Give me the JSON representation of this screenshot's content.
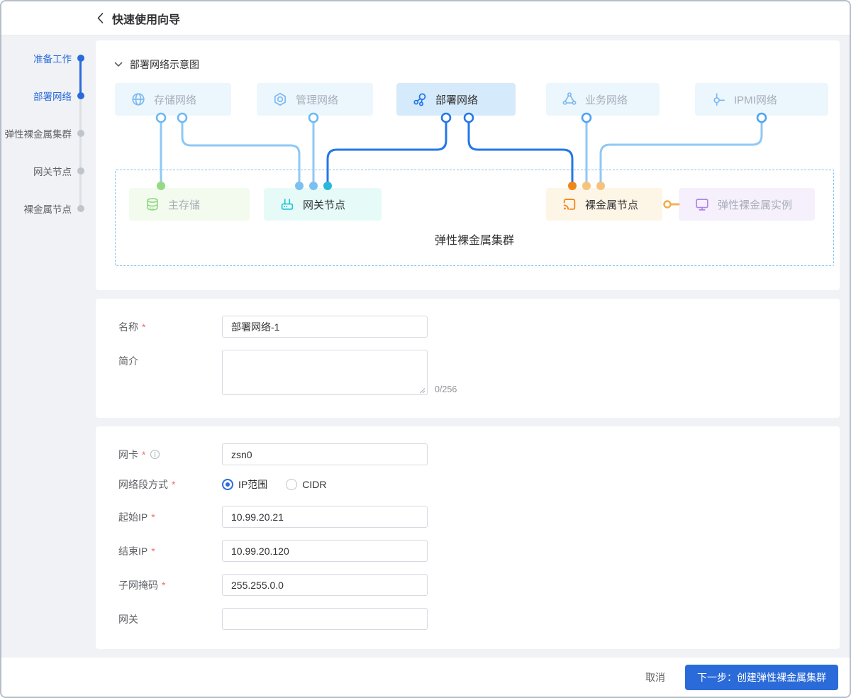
{
  "header": {
    "title": "快速使用向导"
  },
  "steps": {
    "items": [
      {
        "label": "准备工作",
        "state": "done"
      },
      {
        "label": "部署网络",
        "state": "active"
      },
      {
        "label": "弹性裸金属集群",
        "state": "pending"
      },
      {
        "label": "网关节点",
        "state": "pending"
      },
      {
        "label": "裸金属节点",
        "state": "pending"
      }
    ]
  },
  "diagram": {
    "section_title": "部署网络示意图",
    "cluster_label": "弹性裸金属集群",
    "networks": [
      {
        "label": "存储网络",
        "icon": "globe-icon",
        "selected": false
      },
      {
        "label": "管理网络",
        "icon": "nut-icon",
        "selected": false
      },
      {
        "label": "部署网络",
        "icon": "nodes-icon",
        "selected": true
      },
      {
        "label": "业务网络",
        "icon": "triangle-nodes-icon",
        "selected": false
      },
      {
        "label": "IPMI网络",
        "icon": "drop-link-icon",
        "selected": false
      }
    ],
    "nodes": [
      {
        "label": "主存储",
        "icon": "database-icon",
        "theme": "green"
      },
      {
        "label": "网关节点",
        "icon": "router-icon",
        "theme": "teal"
      },
      {
        "label": "裸金属节点",
        "icon": "cast-icon",
        "theme": "orange"
      },
      {
        "label": "弹性裸金属实例",
        "icon": "monitor-icon",
        "theme": "purple"
      }
    ],
    "colors": {
      "line_light": "#8fc8f4",
      "line_dark": "#2377e8",
      "endpoint_green": "#95d985",
      "endpoint_blue": "#7cc0f2",
      "endpoint_teal": "#2bb7d9",
      "endpoint_orange": "#f08519",
      "endpoint_light_orange": "#f6c37c"
    }
  },
  "form": {
    "name_label": "名称",
    "name_value": "部署网络-1",
    "desc_label": "简介",
    "desc_value": "",
    "desc_counter": "0/256",
    "nic_label": "网卡",
    "nic_value": "zsn0",
    "segment_label": "网络段方式",
    "segment_options": [
      {
        "label": "IP范围",
        "selected": true
      },
      {
        "label": "CIDR",
        "selected": false
      }
    ],
    "start_ip_label": "起始IP",
    "start_ip_value": "10.99.20.21",
    "end_ip_label": "结束IP",
    "end_ip_value": "10.99.20.120",
    "mask_label": "子网掩码",
    "mask_value": "255.255.0.0",
    "gateway_label": "网关",
    "gateway_value": ""
  },
  "footer": {
    "cancel_label": "取消",
    "next_label": "下一步：创建弹性裸金属集群"
  },
  "colors": {
    "accent": "#2a6bdb",
    "page_bg": "#f0f2f5"
  }
}
